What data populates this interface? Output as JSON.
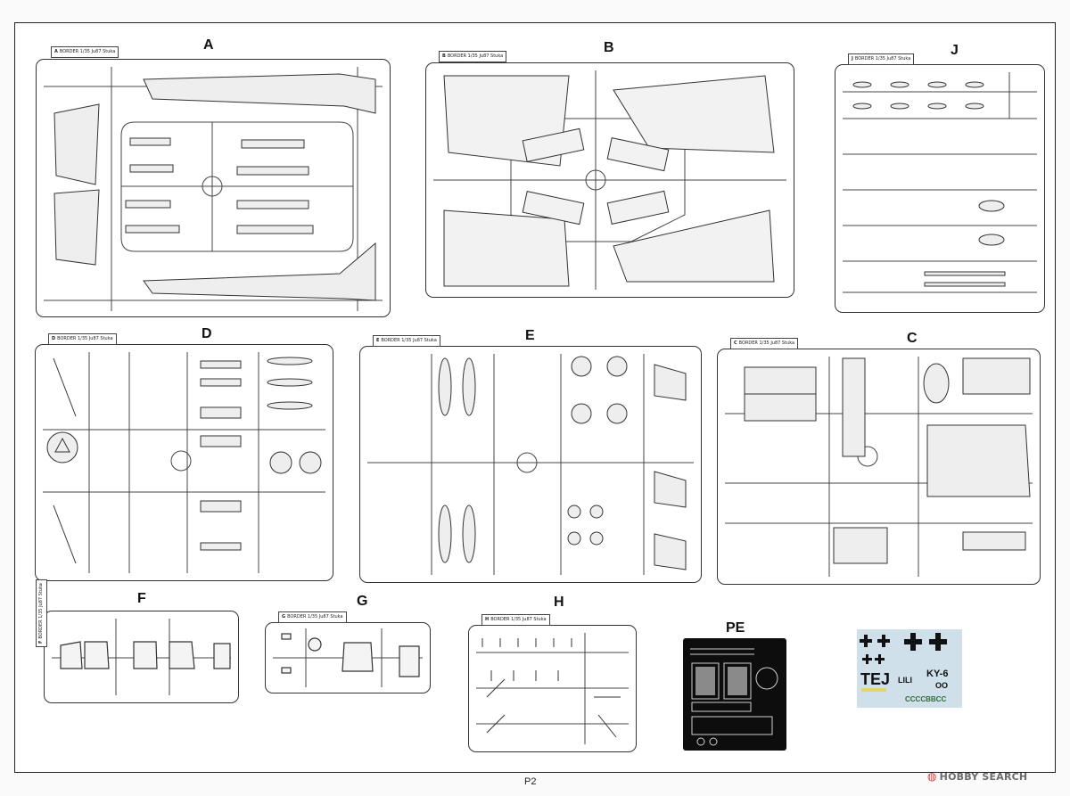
{
  "sprues": [
    {
      "id": "A",
      "label": "A",
      "tag": "BORDER 1/35 Ju87 Stuka"
    },
    {
      "id": "B",
      "label": "B",
      "tag": "BORDER 1/35 Ju87 Stuka"
    },
    {
      "id": "J",
      "label": "J",
      "tag": "BORDER 1/35 Ju87 Stuka"
    },
    {
      "id": "D",
      "label": "D",
      "tag": "BORDER 1/35 Ju87 Stuka"
    },
    {
      "id": "E",
      "label": "E",
      "tag": "BORDER 1/35 Ju87 Stuka"
    },
    {
      "id": "C",
      "label": "C",
      "tag": "BORDER 1/35 Ju87 Stuka"
    },
    {
      "id": "F",
      "label": "F",
      "tag": "BORDER 1/35 Ju87 Stuka"
    },
    {
      "id": "G",
      "label": "G",
      "tag": "BORDER 1/35 Ju87 Stuka"
    },
    {
      "id": "H",
      "label": "H",
      "tag": "BORDER 1/35 Ju87 Stuka"
    }
  ],
  "pe": {
    "label": "PE"
  },
  "decals": {
    "code_left": "TEJ",
    "code_mid": "LILI",
    "code_right": "KY-6",
    "code_oo": "OO",
    "code_bottom": "CCCCBBCC"
  },
  "page": {
    "number": "P2"
  },
  "watermark": {
    "logo": "◍",
    "text": "HOBBY SEARCH"
  }
}
